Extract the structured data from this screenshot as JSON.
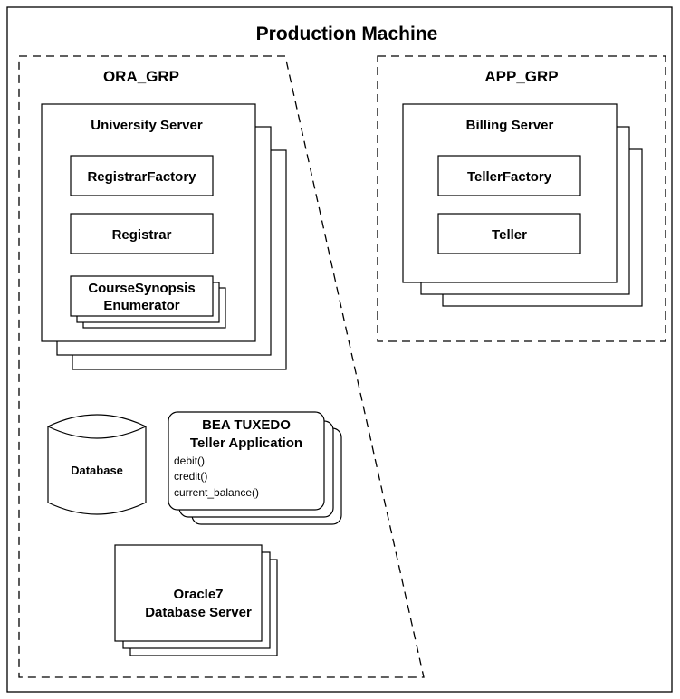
{
  "title": "Production Machine",
  "groups": {
    "ora_grp": {
      "label": "ORA_GRP",
      "university_server": {
        "label": "University Server",
        "objects": {
          "registrar_factory": "RegistrarFactory",
          "registrar": "Registrar",
          "course_synopsis_enumerator": [
            "CourseSynopsis",
            "Enumerator"
          ]
        }
      },
      "database": "Database",
      "tuxedo_app": {
        "title": [
          "BEA TUXEDO",
          "Teller Application"
        ],
        "operations": [
          "debit()",
          "credit()",
          "current_balance()"
        ]
      },
      "oracle_server": [
        "Oracle7",
        "Database Server"
      ]
    },
    "app_grp": {
      "label": "APP_GRP",
      "billing_server": {
        "label": "Billing Server",
        "objects": {
          "teller_factory": "TellerFactory",
          "teller": "Teller"
        }
      }
    }
  }
}
